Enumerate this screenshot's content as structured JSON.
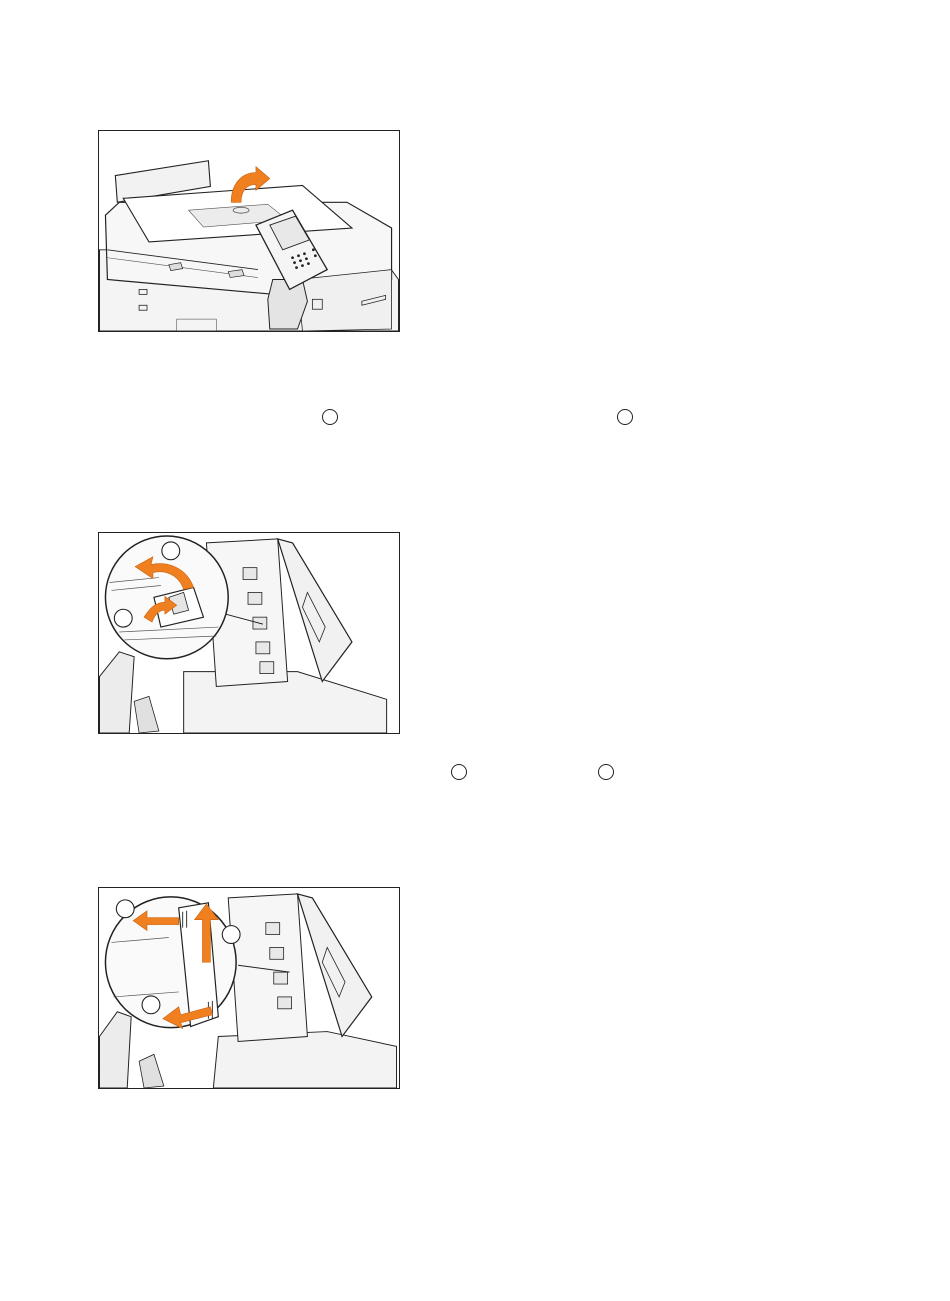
{
  "page": {
    "steps": [
      {
        "figure": "open-top-cover",
        "description_visible": false
      },
      {
        "figure": "release-lever-callouts",
        "description_visible": false
      },
      {
        "figure": "remove-paper-callouts",
        "description_visible": false
      }
    ],
    "reference_markers_count": 4,
    "colors": {
      "accent_arrow": "#f07f1f",
      "line": "#222222",
      "device_fill": "#f2f2f2"
    }
  }
}
